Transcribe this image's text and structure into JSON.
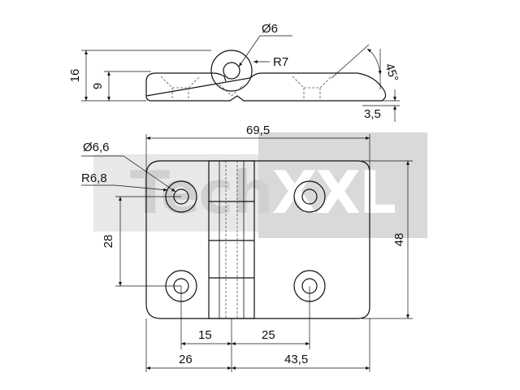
{
  "watermark": {
    "part1": "Tech",
    "part2": "XXL",
    "colors": {
      "light": "#e6e6e6",
      "dark": "#d9d9d9"
    }
  },
  "side_view": {
    "dims": {
      "height_total": "16",
      "height_leaf": "9",
      "hole": "Ø6",
      "radius": "R7",
      "angle": "45°",
      "thickness": "3,5"
    }
  },
  "front_view": {
    "dims": {
      "width": "69,5",
      "hole": "Ø6,6",
      "radius": "R6,8",
      "spacing_v": "28",
      "height": "48",
      "offset_15": "15",
      "offset_25": "25",
      "offset_26": "26",
      "offset_43": "43,5"
    }
  }
}
